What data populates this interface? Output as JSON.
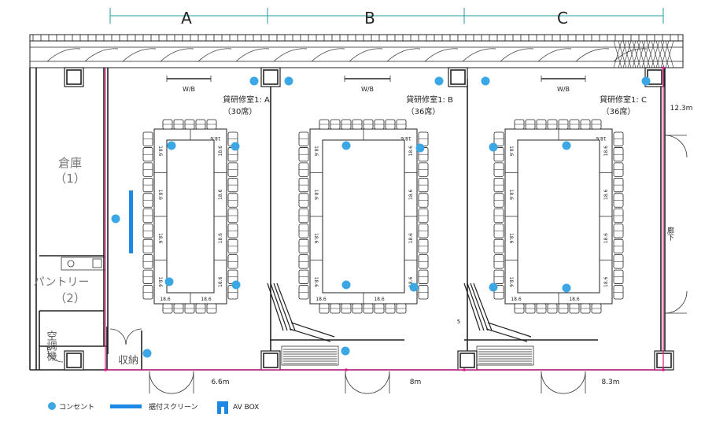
{
  "colors": {
    "accent": "#1E9BA0",
    "outlet": "#3BA8E5",
    "screen": "#1E88E5",
    "dimension": "#E0168C",
    "line": "#222222"
  },
  "divisions": [
    "A",
    "B",
    "C"
  ],
  "rooms": [
    {
      "name": "貸研修室1: A",
      "seats": "（30席）",
      "wb": "W/B"
    },
    {
      "name": "貸研修室1: B",
      "seats": "（36席）",
      "wb": "W/B"
    },
    {
      "name": "貸研修室1: C",
      "seats": "（36席）",
      "wb": "W/B"
    }
  ],
  "table_label": "18.6",
  "side_rooms": {
    "storage_name": "倉庫",
    "storage_num": "（1）",
    "pantry_name": "パントリー",
    "pantry_num": "（2）",
    "hvac": "空調機",
    "closet": "収納",
    "corridor": "廊下"
  },
  "measurements": {
    "height": "12.3m",
    "width_a": "6.6m",
    "width_b": "8m",
    "width_c": "8.3m",
    "small_mark": "5"
  },
  "legend": {
    "outlet": "コンセント",
    "screen": "据付スクリーン",
    "avbox": "AV BOX"
  }
}
